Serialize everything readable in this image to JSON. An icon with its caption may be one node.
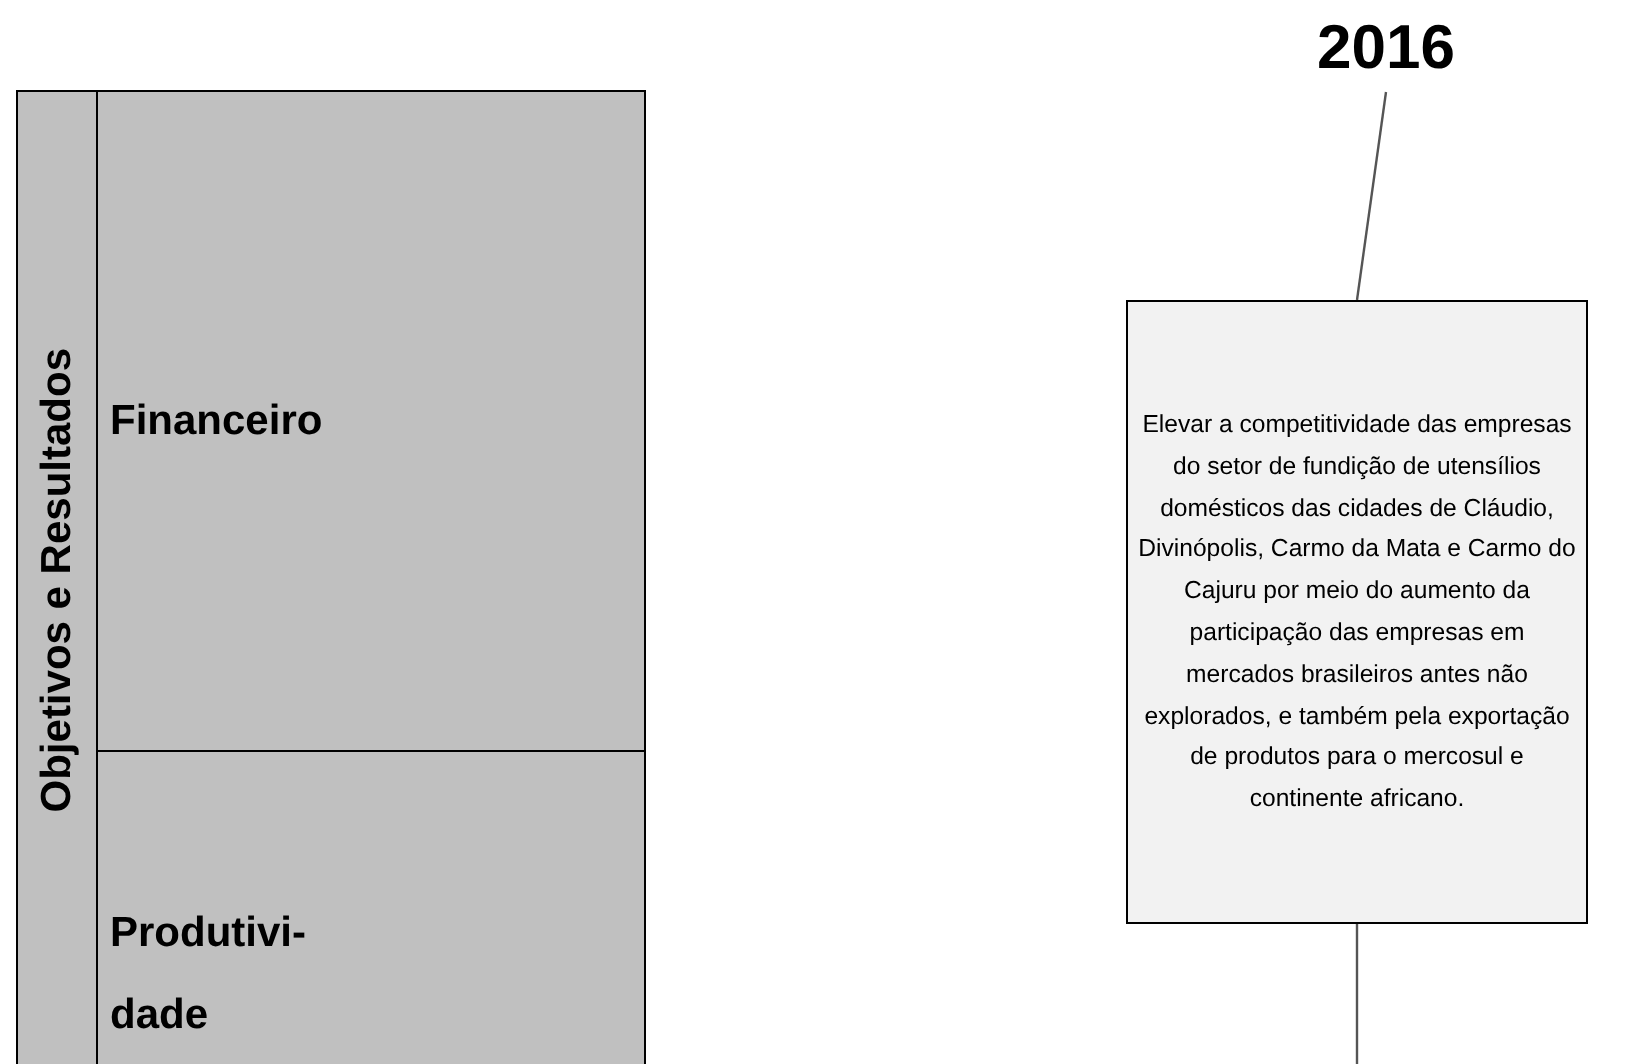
{
  "diagram": {
    "nodes": [
      {
        "text": [
          "Objetivos e Resultados"
        ]
      },
      {
        "text": [
          "Financeiro"
        ]
      },
      {
        "text": [
          "Produtivi- dade"
        ]
      },
      {
        "text": [
          "2016"
        ]
      },
      {
        "text": [
          "Elevar a competitividade das empresas do setor de fundição de utensílios domésticos das cidades de Cláudio, Divinópolis, Carmo da Mata e Carmo do Cajuru por meio do aumento da participação das empresas em mercados brasileiros antes não explorados, e também pela exportação de produtos para o mercosul e continente africano."
        ]
      }
    ],
    "edges": [
      {
        "from": 3,
        "to": 4,
        "arrow": "none"
      },
      {
        "from": 4,
        "to": null,
        "arrow": "none"
      }
    ]
  }
}
